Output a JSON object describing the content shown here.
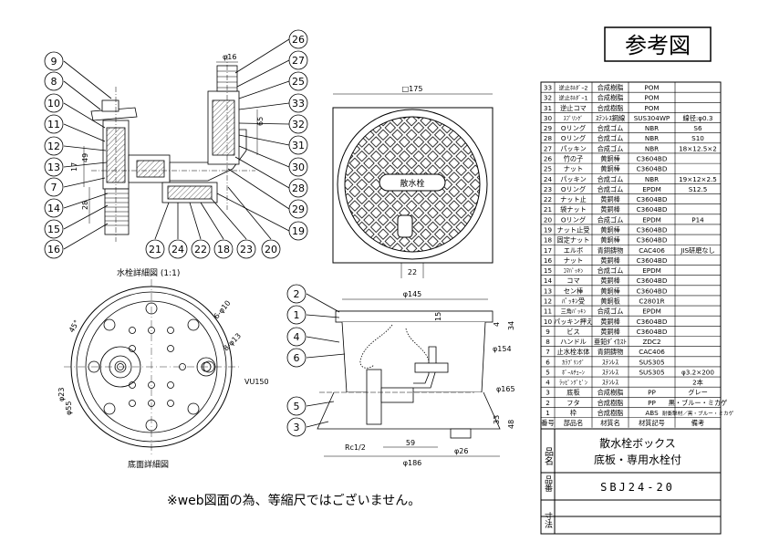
{
  "stamp": "参考図",
  "disclaimer": "※web図面の為、等縮尺ではございません。",
  "captions": {
    "faucet_detail": "水栓詳細図 (1:1)",
    "bottom_detail": "底面詳細図"
  },
  "box_label": "散水栓",
  "bom_headers": {
    "no": "番号",
    "name": "部品名",
    "material": "材質名",
    "code": "材質記号",
    "note": "備考"
  },
  "bom": [
    {
      "no": "33",
      "name": "逆止ﾎﾙﾀﾞｰ2",
      "material": "合成樹脂",
      "code": "POM",
      "note": ""
    },
    {
      "no": "32",
      "name": "逆止ﾎﾙﾀﾞｰ1",
      "material": "合成樹脂",
      "code": "POM",
      "note": ""
    },
    {
      "no": "31",
      "name": "逆止コマ",
      "material": "合成樹脂",
      "code": "POM",
      "note": ""
    },
    {
      "no": "30",
      "name": "ｽﾌﾟﾘﾝｸﾞ",
      "material": "ｽﾃﾝﾚｽ鋼線",
      "code": "SUS304WP",
      "note": "線径:φ0.3"
    },
    {
      "no": "29",
      "name": "Oリング",
      "material": "合成ゴム",
      "code": "NBR",
      "note": "S6"
    },
    {
      "no": "28",
      "name": "Oリング",
      "material": "合成ゴム",
      "code": "NBR",
      "note": "S10"
    },
    {
      "no": "27",
      "name": "パッキン",
      "material": "合成ゴム",
      "code": "NBR",
      "note": "18×12.5×2"
    },
    {
      "no": "26",
      "name": "竹の子",
      "material": "黄銅棒",
      "code": "C3604BD",
      "note": ""
    },
    {
      "no": "25",
      "name": "ナット",
      "material": "黄銅棒",
      "code": "C3604BD",
      "note": ""
    },
    {
      "no": "24",
      "name": "パッキン",
      "material": "合成ゴム",
      "code": "NBR",
      "note": "19×12×2.5"
    },
    {
      "no": "23",
      "name": "Oリング",
      "material": "合成ゴム",
      "code": "EPDM",
      "note": "S12.5"
    },
    {
      "no": "22",
      "name": "ナット止",
      "material": "黄銅棒",
      "code": "C3604BD",
      "note": ""
    },
    {
      "no": "21",
      "name": "袋ナット",
      "material": "黄銅棒",
      "code": "C3604BD",
      "note": ""
    },
    {
      "no": "20",
      "name": "Oリング",
      "material": "合成ゴム",
      "code": "EPDM",
      "note": "P14"
    },
    {
      "no": "19",
      "name": "ナット止受",
      "material": "黄銅棒",
      "code": "C3604BD",
      "note": ""
    },
    {
      "no": "18",
      "name": "固定ナット",
      "material": "黄銅棒",
      "code": "C3604BD",
      "note": ""
    },
    {
      "no": "17",
      "name": "エルボ",
      "material": "青銅鋳物",
      "code": "CAC406",
      "note": "JIS研磨なし"
    },
    {
      "no": "16",
      "name": "ナット",
      "material": "黄銅棒",
      "code": "C3604BD",
      "note": ""
    },
    {
      "no": "15",
      "name": "ｺﾏﾊﾟｯｷﾝ",
      "material": "合成ゴム",
      "code": "EPDM",
      "note": ""
    },
    {
      "no": "14",
      "name": "コマ",
      "material": "黄銅棒",
      "code": "C3604BD",
      "note": ""
    },
    {
      "no": "13",
      "name": "セン棒",
      "material": "黄銅棒",
      "code": "C3604BD",
      "note": ""
    },
    {
      "no": "12",
      "name": "ﾊﾟｯｷﾝ受",
      "material": "黄銅板",
      "code": "C2801R",
      "note": ""
    },
    {
      "no": "11",
      "name": "三角ﾊﾟｯｷﾝ",
      "material": "合成ゴム",
      "code": "EPDM",
      "note": ""
    },
    {
      "no": "10",
      "name": "パッキン押え",
      "material": "黄銅棒",
      "code": "C3604BD",
      "note": ""
    },
    {
      "no": "9",
      "name": "ビス",
      "material": "黄銅棒",
      "code": "C3604BD",
      "note": ""
    },
    {
      "no": "8",
      "name": "ハンドル",
      "material": "亜鉛ﾀﾞｲｶｽﾄ",
      "code": "ZDC2",
      "note": ""
    },
    {
      "no": "7",
      "name": "止水栓本体",
      "material": "青銅鋳物",
      "code": "CAC406",
      "note": ""
    },
    {
      "no": "6",
      "name": "ｶﾗﾌﾞﾘﾝｸﾞ",
      "material": "ｽﾃﾝﾚｽ",
      "code": "SUS305",
      "note": ""
    },
    {
      "no": "5",
      "name": "ﾎﾞｰﾙﾁｪｰﾝ",
      "material": "ｽﾃﾝﾚｽ",
      "code": "SUS305",
      "note": "φ3.2×200"
    },
    {
      "no": "4",
      "name": "ﾗｯﾋﾟﾝｸﾞﾋﾟﾝ",
      "material": "ｽﾃﾝﾚｽ",
      "code": "",
      "note": "2本"
    },
    {
      "no": "3",
      "name": "底板",
      "material": "合成樹脂",
      "code": "PP",
      "note": "グレー"
    },
    {
      "no": "2",
      "name": "フタ",
      "material": "合成樹脂",
      "code": "PP",
      "note": "黒・ブルー・ミカゲ"
    },
    {
      "no": "1",
      "name": "枠",
      "material": "合成樹脂",
      "code": "ABS",
      "note": "耐衝撃材／黒・ブルー・ミカゲ"
    }
  ],
  "title_block": {
    "name_label": "品名",
    "name_line1": "散水栓ボックス",
    "name_line2": "底板・専用水栓付",
    "code_label": "品番",
    "code": "SBJ24-20",
    "dims_label": "寸法"
  },
  "callouts_faucet_left": [
    "9",
    "8",
    "10",
    "11",
    "12",
    "13",
    "7",
    "14",
    "15",
    "16"
  ],
  "callouts_faucet_right": [
    "26",
    "27",
    "25",
    "33",
    "32",
    "31",
    "30",
    "28",
    "29",
    "19"
  ],
  "callouts_faucet_bottom": [
    "21",
    "24",
    "22",
    "18",
    "23",
    "20"
  ],
  "callouts_section": [
    "2",
    "1",
    "4",
    "6",
    "5",
    "3"
  ],
  "dimensions": {
    "d16": "φ16",
    "d17": "17",
    "d49": "49",
    "d28": "28",
    "d65": "65",
    "sq175": "□175",
    "d22": "22",
    "d145": "φ145",
    "d15": "15",
    "d4": "4",
    "d34": "34",
    "d154": "φ154",
    "d165": "φ165",
    "d33": "33",
    "d48": "48",
    "rc": "Rc1/2",
    "d59": "59",
    "d26": "φ26",
    "d186": "φ186",
    "d45": "45°",
    "d6phi10": "6-φ10",
    "d8phi13": "8-φ13",
    "d23": "φ23",
    "d55": "φ55",
    "vu150": "VU150"
  }
}
